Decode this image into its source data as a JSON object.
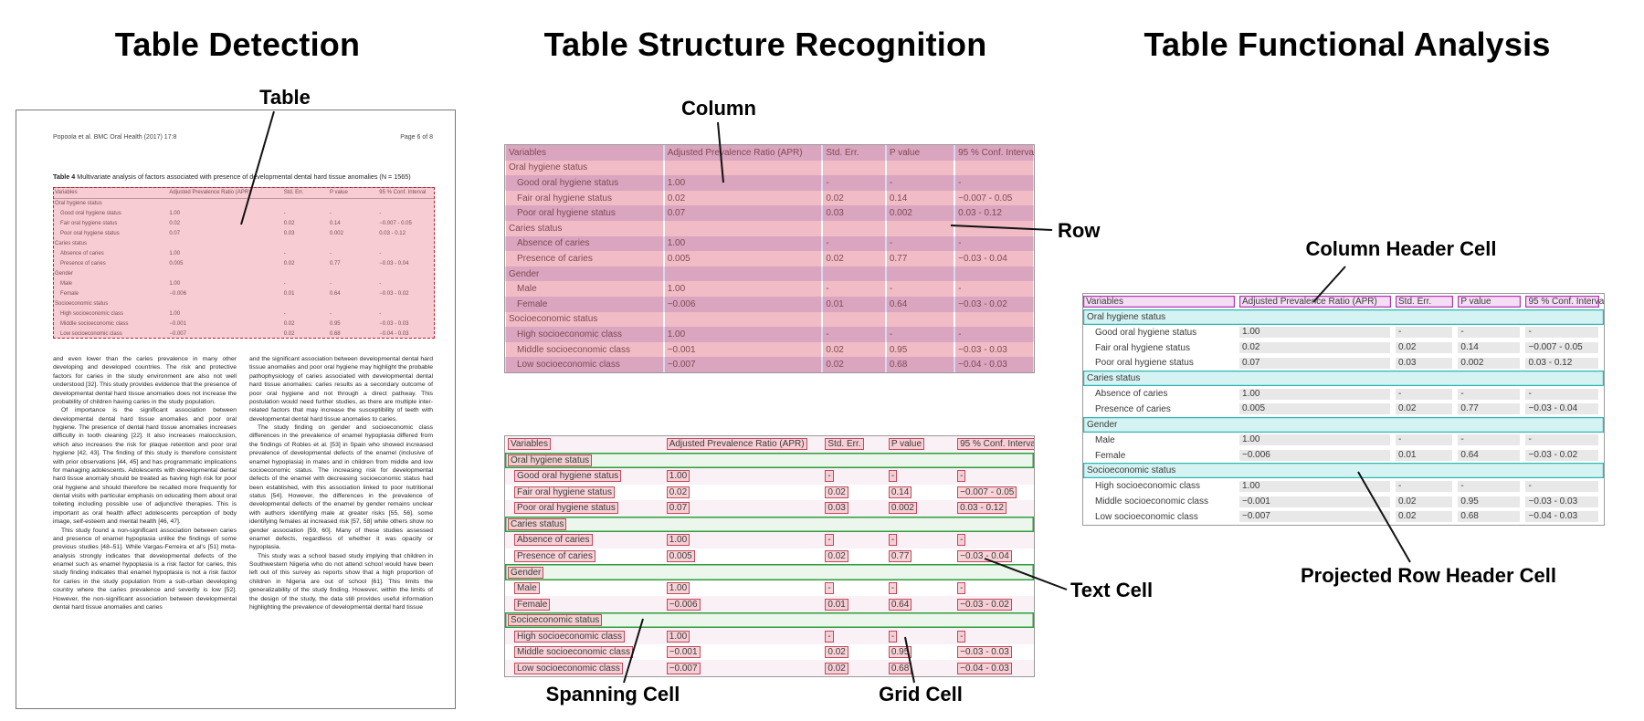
{
  "panels": {
    "detection": {
      "title": "Table Detection",
      "callout_table": "Table"
    },
    "structure": {
      "title": "Table Structure Recognition",
      "callout_column": "Column",
      "callout_row": "Row",
      "callout_spanning": "Spanning Cell",
      "callout_grid": "Grid Cell",
      "callout_text": "Text Cell"
    },
    "functional": {
      "title": "Table Functional Analysis",
      "callout_column_header": "Column Header Cell",
      "callout_projected_row_header": "Projected Row Header Cell"
    }
  },
  "doc": {
    "header_left": "Popoola et al. BMC Oral Health  (2017) 17:8",
    "header_right": "Page 6 of 8",
    "caption_label": "Table 4",
    "caption_text": "Multivariate analysis of factors associated with presence of developmental dental hard tissue anomalies (N = 1565)",
    "paragraphs_left": [
      "and even lower than the caries prevalence in many other developing and developed countries. The risk and protective factors for caries in the study environment are also not well understood [32]. This study provides evidence that the presence of developmental dental hard tissue anomalies does not increase the probability of children having caries in the study population.",
      "Of importance is the significant association between developmental dental hard tissue anomalies and poor oral hygiene. The presence of dental hard tissue anomalies increases difficulty in tooth cleaning [22]. It also increases malocclusion, which also increases the risk for plaque retention and poor oral hygiene [42, 43]. The finding of this study is therefore consistent with prior observations [44, 45] and has programmatic implications for managing adolescents. Adolescents with developmental dental hard tissue anomaly should be treated as having high risk for poor oral hygiene and should therefore be recalled more frequently for dental visits with particular emphasis on educating them about oral toileting including possible use of adjunctive therapies. This is important as oral health affect adolescents perception of body image, self-esteem and mental health [46, 47].",
      "This study found a non-significant association between caries and presence of enamel hypoplasia unlike the findings of some previous studies [48–51]. While Vargas-Ferreira et al's [51] meta-analysis strongly indicates that developmental defects of the enamel such as enamel hypoplasia is a risk factor for caries, this study finding indicates that enamel hypoplasia is not a risk factor for caries in the study population from a sub-urban developing country where the caries prevalence and severity is low [52]. However, the non-significant association between developmental dental hard tissue anomalies and caries"
    ],
    "paragraphs_right": [
      "and the significant association between developmental dental hard tissue anomalies and poor oral hygiene may highlight the probable pathophysiology of caries associated with developmental dental hard tissue anomalies: caries results as a secondary outcome of poor oral hygiene and not through a direct pathway. This postulation would need further studies, as there are multiple inter-related factors that may increase the susceptibility of teeth with developmental dental hard tissue anomalies to caries.",
      "The study finding on gender and socioeconomic class differences in the prevalence of enamel hypoplasia differed from the findings of Robles et al. [53] in Spain who showed increased prevalence of developmental defects of the enamel (inclusive of enamel hypoplasia) in males and in children from middle and low socioeconomic status. The increasing risk for developmental defects of the enamel with decreasing socioeconomic status had been established, with this association linked to poor nutritional status [54]. However, the differences in the prevalence of developmental defects of the enamel by gender remains unclear with authors identifying male at greater risks [55, 56], some identifying females at increased risk [57, 58] while others show no gender association [59, 60]. Many of these studies assessed enamel defects, regardless of whether it was opacity or hypoplasia.",
      "This study was a school based study implying that children in Southwestern Nigeria who do not attend school would have been left out of this survey as reports show that a high proportion of children in Nigeria are out of school [61]. This limits the generalizability of the study finding. However, within the limits of the design of the study, the data still provides useful information highlighting the prevalence of developmental dental hard tissue"
    ]
  },
  "table": {
    "columns": [
      "Variables",
      "Adjusted Prevalence Ratio (APR)",
      "Std. Err.",
      "P value",
      "95 % Conf. Interval"
    ],
    "rows": [
      {
        "label": "Oral hygiene status",
        "section": true
      },
      {
        "label": "Good oral hygiene status",
        "values": [
          "1.00",
          "-",
          "-",
          "-"
        ]
      },
      {
        "label": "Fair oral hygiene status",
        "values": [
          "0.02",
          "0.02",
          "0.14",
          "−0.007 - 0.05"
        ]
      },
      {
        "label": "Poor oral hygiene status",
        "values": [
          "0.07",
          "0.03",
          "0.002",
          "0.03 - 0.12"
        ]
      },
      {
        "label": "Caries status",
        "section": true
      },
      {
        "label": "Absence of caries",
        "values": [
          "1.00",
          "-",
          "-",
          "-"
        ]
      },
      {
        "label": "Presence of caries",
        "values": [
          "0.005",
          "0.02",
          "0.77",
          "−0.03 - 0.04"
        ]
      },
      {
        "label": "Gender",
        "section": true
      },
      {
        "label": "Male",
        "values": [
          "1.00",
          "-",
          "-",
          "-"
        ]
      },
      {
        "label": "Female",
        "values": [
          "−0.006",
          "0.01",
          "0.64",
          "−0.03 - 0.02"
        ]
      },
      {
        "label": "Socioeconomic status",
        "section": true
      },
      {
        "label": "High socioeconomic class",
        "values": [
          "1.00",
          "-",
          "-",
          "-"
        ]
      },
      {
        "label": "Middle socioeconomic class",
        "values": [
          "−0.001",
          "0.02",
          "0.95",
          "−0.03 - 0.03"
        ]
      },
      {
        "label": "Low socioeconomic class",
        "values": [
          "−0.007",
          "0.02",
          "0.68",
          "−0.04 - 0.03"
        ]
      }
    ]
  },
  "colors": {
    "detection_overlay": "#eb788c",
    "detection_border": "#bb2233",
    "column_overlay": "#de5f78",
    "row_overlay": "#8f8fdb",
    "text_cell_border": "#c04a5a",
    "text_cell_fill": "#f3b0ba",
    "spanning_cell_border": "#2e9e3e",
    "column_header_border": "#b13ab1",
    "column_header_fill": "#f5ddf5",
    "projected_row_header_border": "#2fb5b5",
    "projected_row_header_fill": "#d6f3f3",
    "grid_cell_fill": "#e8e8e8"
  }
}
